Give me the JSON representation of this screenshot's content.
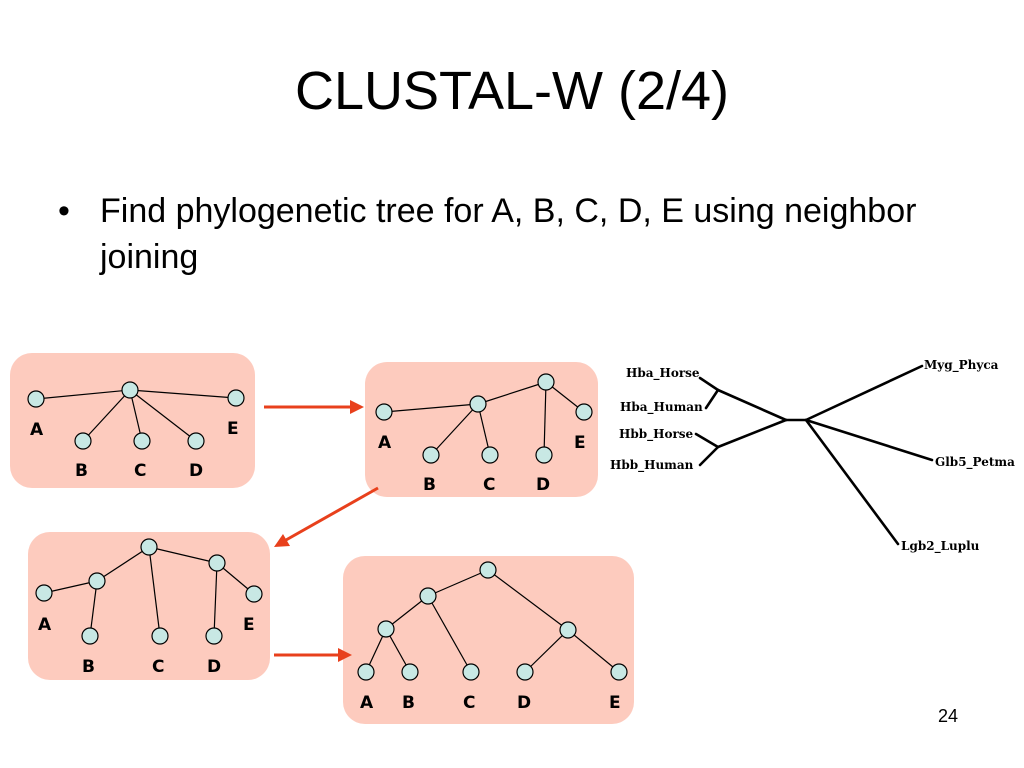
{
  "slide": {
    "title": "CLUSTAL-W (2/4)",
    "bullet_marker": "•",
    "bullet_text": "Find phylogenetic tree for A, B, C, D, E using neighbor joining",
    "page_number": "24"
  },
  "colors": {
    "panel_fill": "#FDCBBE",
    "node_fill": "#C8E8E4",
    "arrow": "#E8401C"
  },
  "trees": [
    {
      "labels": [
        "A",
        "B",
        "C",
        "D",
        "E"
      ]
    },
    {
      "labels": [
        "A",
        "B",
        "C",
        "D",
        "E"
      ]
    },
    {
      "labels": [
        "A",
        "B",
        "C",
        "D",
        "E"
      ]
    },
    {
      "labels": [
        "A",
        "B",
        "C",
        "D",
        "E"
      ]
    }
  ],
  "unrooted_tree": {
    "leaves": [
      "Hba_Horse",
      "Hba_Human",
      "Hbb_Horse",
      "Hbb_Human",
      "Myg_Phyca",
      "Glb5_Petma",
      "Lgb2_Luplu"
    ]
  }
}
